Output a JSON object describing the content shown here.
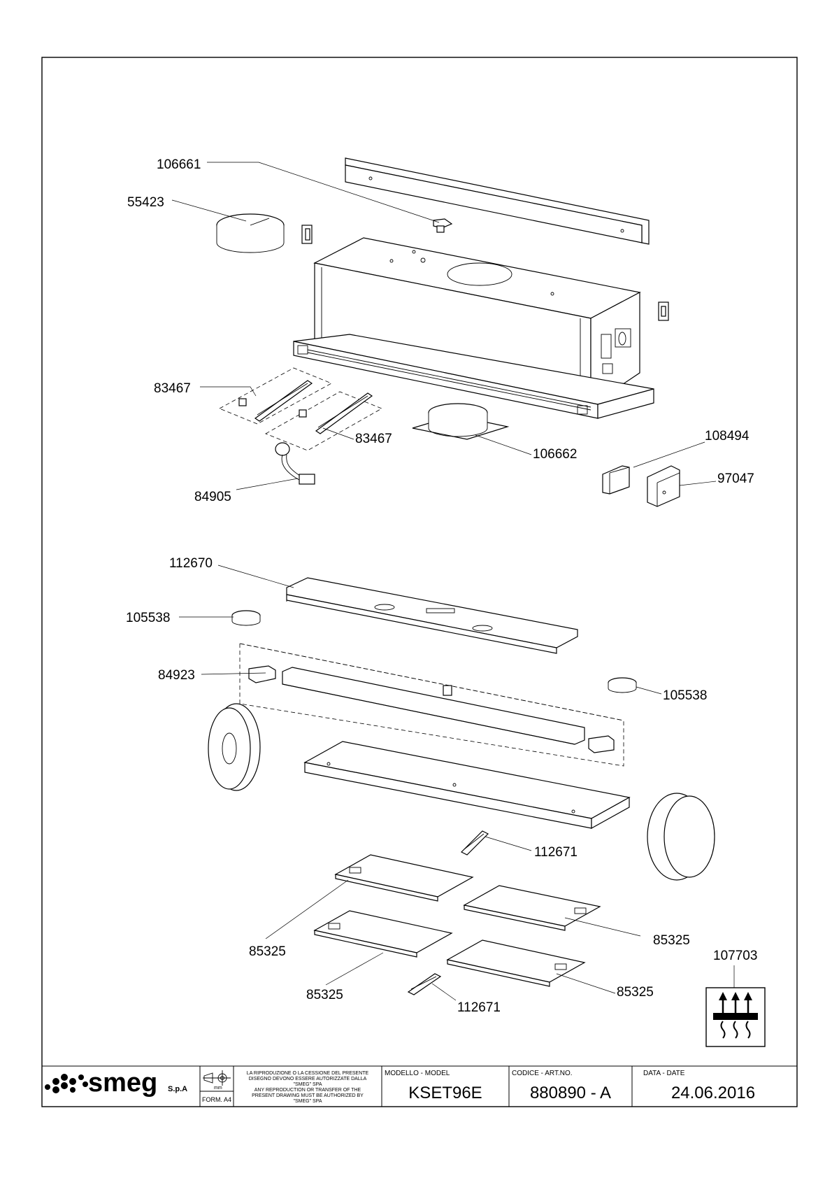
{
  "callouts": {
    "c106661": "106661",
    "c55423": "55423",
    "c83467a": "83467",
    "c83467b": "83467",
    "c106662": "106662",
    "c108494": "108494",
    "c97047": "97047",
    "c84905": "84905",
    "c112670": "112670",
    "c105538a": "105538",
    "c84923": "84923",
    "c105538b": "105538",
    "c112671a": "112671",
    "c85325a": "85325",
    "c85325b": "85325",
    "c85325c": "85325",
    "c85325d": "85325",
    "c112671b": "112671",
    "c107703": "107703"
  },
  "title_block": {
    "brand": "smeg",
    "brand_suffix": "S.p.A",
    "unit_label": "mm",
    "format_label": "FORM. A4",
    "notice_it_1": "LA RIPRODUZIONE O LA CESSIONE DEL PRESENTE",
    "notice_it_2": "DISEGNO DEVONO ESSERE AUTORIZZATE DALLA",
    "notice_it_3": "\"SMEG\" SPA",
    "notice_en_1": "ANY REPRODUCTION OR TRANSFER OF THE",
    "notice_en_2": "PRESENT DRAWING MUST BE AUTHORIZED BY",
    "notice_en_3": "\"SMEG\" SPA",
    "model_label": "MODELLO - MODEL",
    "model_value": "KSET96E",
    "code_label": "CODICE - ART.NO.",
    "code_value": "880890 - A",
    "date_label": "DATA - DATE",
    "date_value": "24.06.2016"
  }
}
